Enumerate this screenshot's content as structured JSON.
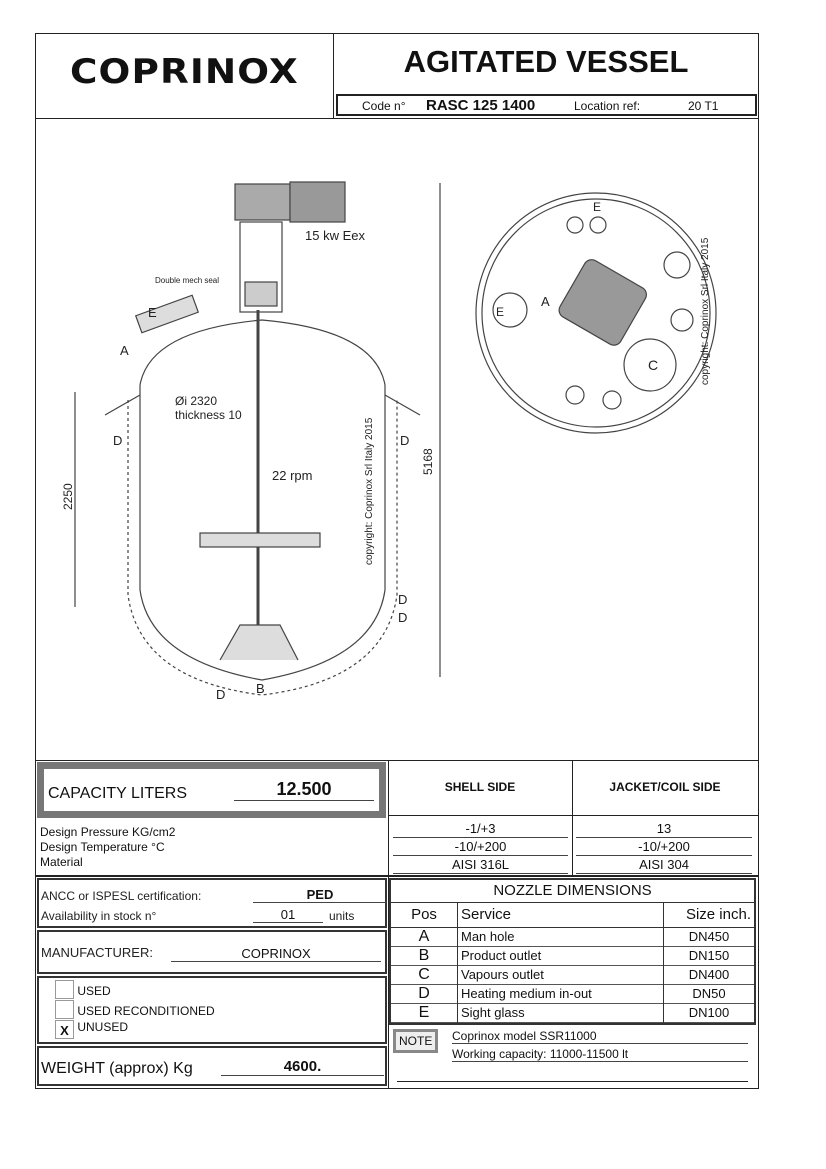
{
  "header": {
    "logo_text": "COPRINOX",
    "title": "AGITATED VESSEL",
    "code_label": "Code n°",
    "code_value": "RASC 125 1400",
    "location_label": "Location ref:",
    "location_value": "20 T1"
  },
  "drawing": {
    "motor_label": "15 kw  Eex",
    "seal_label": "Double mech seal",
    "diameter_label": "Øi  2320",
    "thickness_label": "thickness 10",
    "speed_label": "22 rpm",
    "height_shell": "2250",
    "height_total": "5168",
    "copyright": "copyright: Coprinox Srl Italy 2015",
    "letters": {
      "A": "A",
      "B": "B",
      "C": "C",
      "D": "D",
      "E": "E"
    }
  },
  "capacity": {
    "label": "CAPACITY LITERS",
    "value": "12.500"
  },
  "design": {
    "labels": [
      "Design  Pressure  KG/cm2",
      "Design  Temperature  °C",
      "Material"
    ],
    "shell_header": "SHELL SIDE",
    "jacket_header": "JACKET/COIL SIDE",
    "shell": [
      "-1/+3",
      "-10/+200",
      "AISI  316L"
    ],
    "jacket": [
      "13",
      "-10/+200",
      "AISI  304"
    ]
  },
  "certification": {
    "label": "ANCC  or  ISPESL certification:",
    "value": "PED",
    "stock_label": "Availability in stock n°",
    "stock_value": "01",
    "stock_unit": "units"
  },
  "manufacturer": {
    "label": "MANUFACTURER:",
    "value": "COPRINOX"
  },
  "condition": {
    "options": [
      "USED",
      "USED RECONDITIONED",
      "UNUSED"
    ],
    "checked_mark": "X"
  },
  "weight": {
    "label": "WEIGHT (approx) Kg",
    "value": "4600."
  },
  "nozzles": {
    "title": "NOZZLE  DIMENSIONS",
    "headers": [
      "Pos",
      "Service",
      "Size inch."
    ],
    "rows": [
      {
        "pos": "A",
        "service": "Man hole",
        "size": "DN450"
      },
      {
        "pos": "B",
        "service": "Product outlet",
        "size": "DN150"
      },
      {
        "pos": "C",
        "service": "Vapours outlet",
        "size": "DN400"
      },
      {
        "pos": "D",
        "service": "Heating medium in-out",
        "size": "DN50"
      },
      {
        "pos": "E",
        "service": "Sight glass",
        "size": "DN100"
      }
    ]
  },
  "note": {
    "label": "NOTE",
    "lines": [
      "Coprinox model SSR11000",
      "Working capacity: 11000-11500 lt"
    ]
  }
}
